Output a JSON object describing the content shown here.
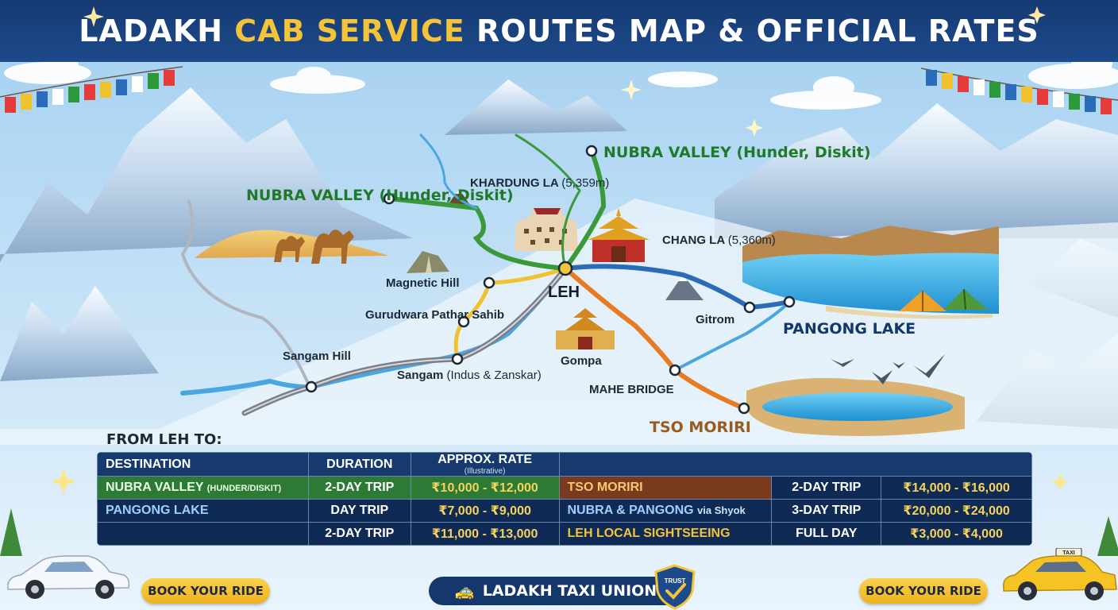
{
  "header": {
    "title_part1": "LADAKH ",
    "title_accent": "CAB SERVICE",
    "title_part2": " ROUTES MAP & OFFICIAL RATES"
  },
  "colors": {
    "header_bg": "#163a72",
    "accent_gold": "#f3c43a",
    "route_green": "#3a9a3a",
    "route_blue": "#2a6cb8",
    "route_orange": "#e87a22",
    "route_yellow": "#f0c22e",
    "route_gray": "#7a7f88",
    "route_lightblue": "#49a6e0",
    "nubra_green": "#1e7a2a",
    "pangong_navy": "#12376a",
    "tsomoriri_brown": "#9a5a1e"
  },
  "map": {
    "leh": "LEH",
    "nubra_left": {
      "name": "NUBRA VALLEY",
      "sub": "(Hunder, Diskit)"
    },
    "nubra_right": {
      "name": "NUBRA VALLEY",
      "sub": "(Hunder, Diskit)"
    },
    "khardung_la": {
      "name": "KHARDUNG LA",
      "alt": "(5,359m)"
    },
    "chang_la": {
      "name": "CHANG LA",
      "alt": "(5,360m)"
    },
    "magnetic_hill": "Magnetic Hill",
    "gurudwara": {
      "line1": "Gurudwara",
      "line2": "Pathar Sahib"
    },
    "sangam_hill": {
      "line1": "Sangam",
      "line2": "Hill"
    },
    "sangam": {
      "name": "Sangam",
      "sub": "(Indus & Zanskar)"
    },
    "gompa": "Gompa",
    "gitrom": "Gitrom",
    "pangong": "PANGONG LAKE",
    "mahe_bridge": "MAHE BRIDGE",
    "tso_moriri": "TSO MORIRI",
    "icons": [
      "prayer-flags-icon",
      "mountain-peak-icon",
      "palace-icon",
      "monastery-icon",
      "camel-icon",
      "tent-icon",
      "bird-icon",
      "sparkle-icon",
      "cloud-icon"
    ]
  },
  "rates": {
    "from_label": "FROM LEH TO:",
    "headers": {
      "destination": "DESTINATION",
      "duration": "DURATION",
      "rate": "APPROX. RATE",
      "rate_note": "(Illustrative)"
    },
    "rows": [
      {
        "left": {
          "dest": "NUBRA VALLEY",
          "dest_note": "(HUNDER/DISKIT)",
          "duration": "2-DAY TRIP",
          "rate": "₹10,000 - ₹12,000"
        },
        "right": {
          "dest": "TSO MORIRI",
          "duration": "2-DAY TRIP",
          "rate": "₹14,000 - ₹16,000"
        }
      },
      {
        "left": {
          "dest": "PANGONG LAKE",
          "duration": "DAY TRIP",
          "rate": "₹7,000 - ₹9,000"
        },
        "right": {
          "dest": "NUBRA & PANGONG",
          "dest_note": "via Shyok",
          "duration": "3-DAY TRIP",
          "rate": "₹20,000 - ₹24,000"
        }
      },
      {
        "left": {
          "dest": "",
          "duration": "2-DAY TRIP",
          "rate": "₹11,000 - ₹13,000"
        },
        "right": {
          "dest": "LEH LOCAL SIGHTSEEING",
          "duration": "FULL DAY",
          "rate": "₹3,000 - ₹4,000"
        }
      }
    ]
  },
  "footer": {
    "book_left": "BOOK YOUR RIDE",
    "book_right": "BOOK YOUR RIDE",
    "union": "LADAKH TAXI UNION",
    "trust": "TRUST",
    "taxi_sign": "TAXI"
  }
}
